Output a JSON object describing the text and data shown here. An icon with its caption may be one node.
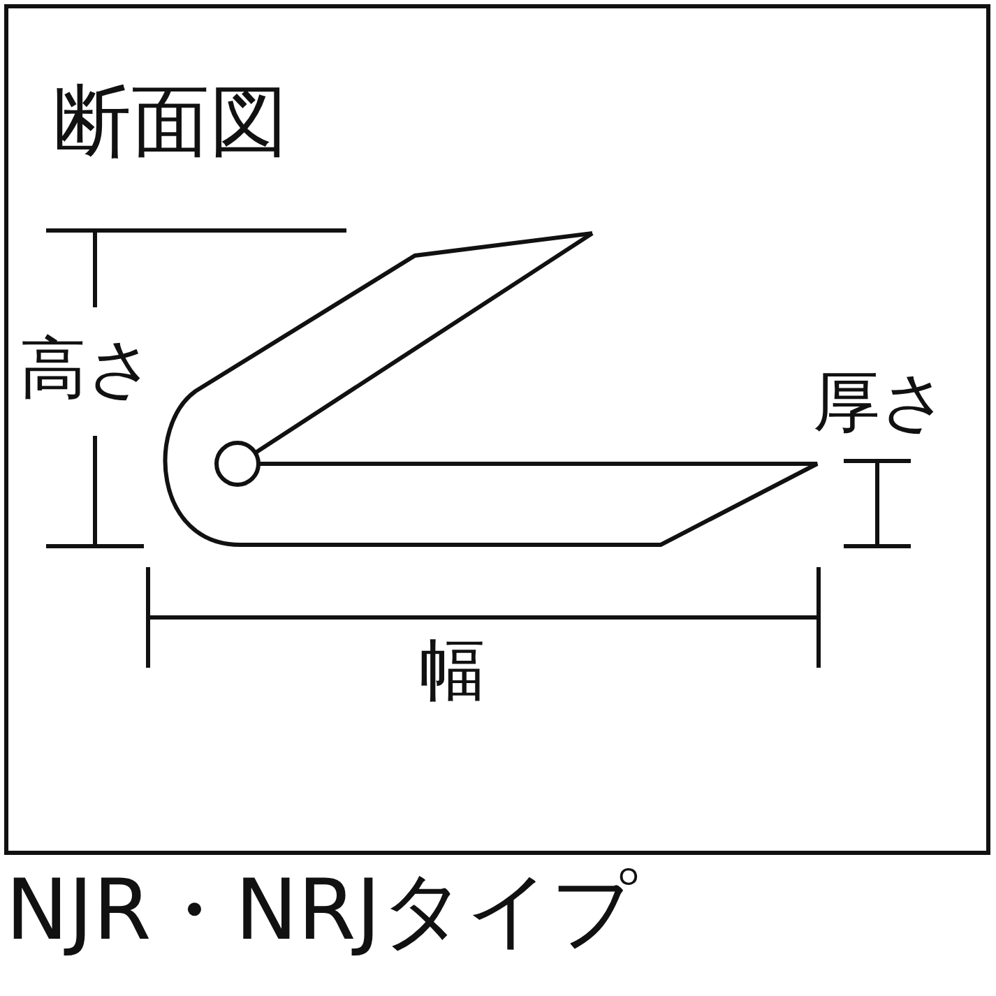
{
  "diagram": {
    "title": "断面図",
    "caption": "NJR・NRJタイプ",
    "labels": [
      "高さ",
      "厚さ",
      "幅"
    ]
  }
}
